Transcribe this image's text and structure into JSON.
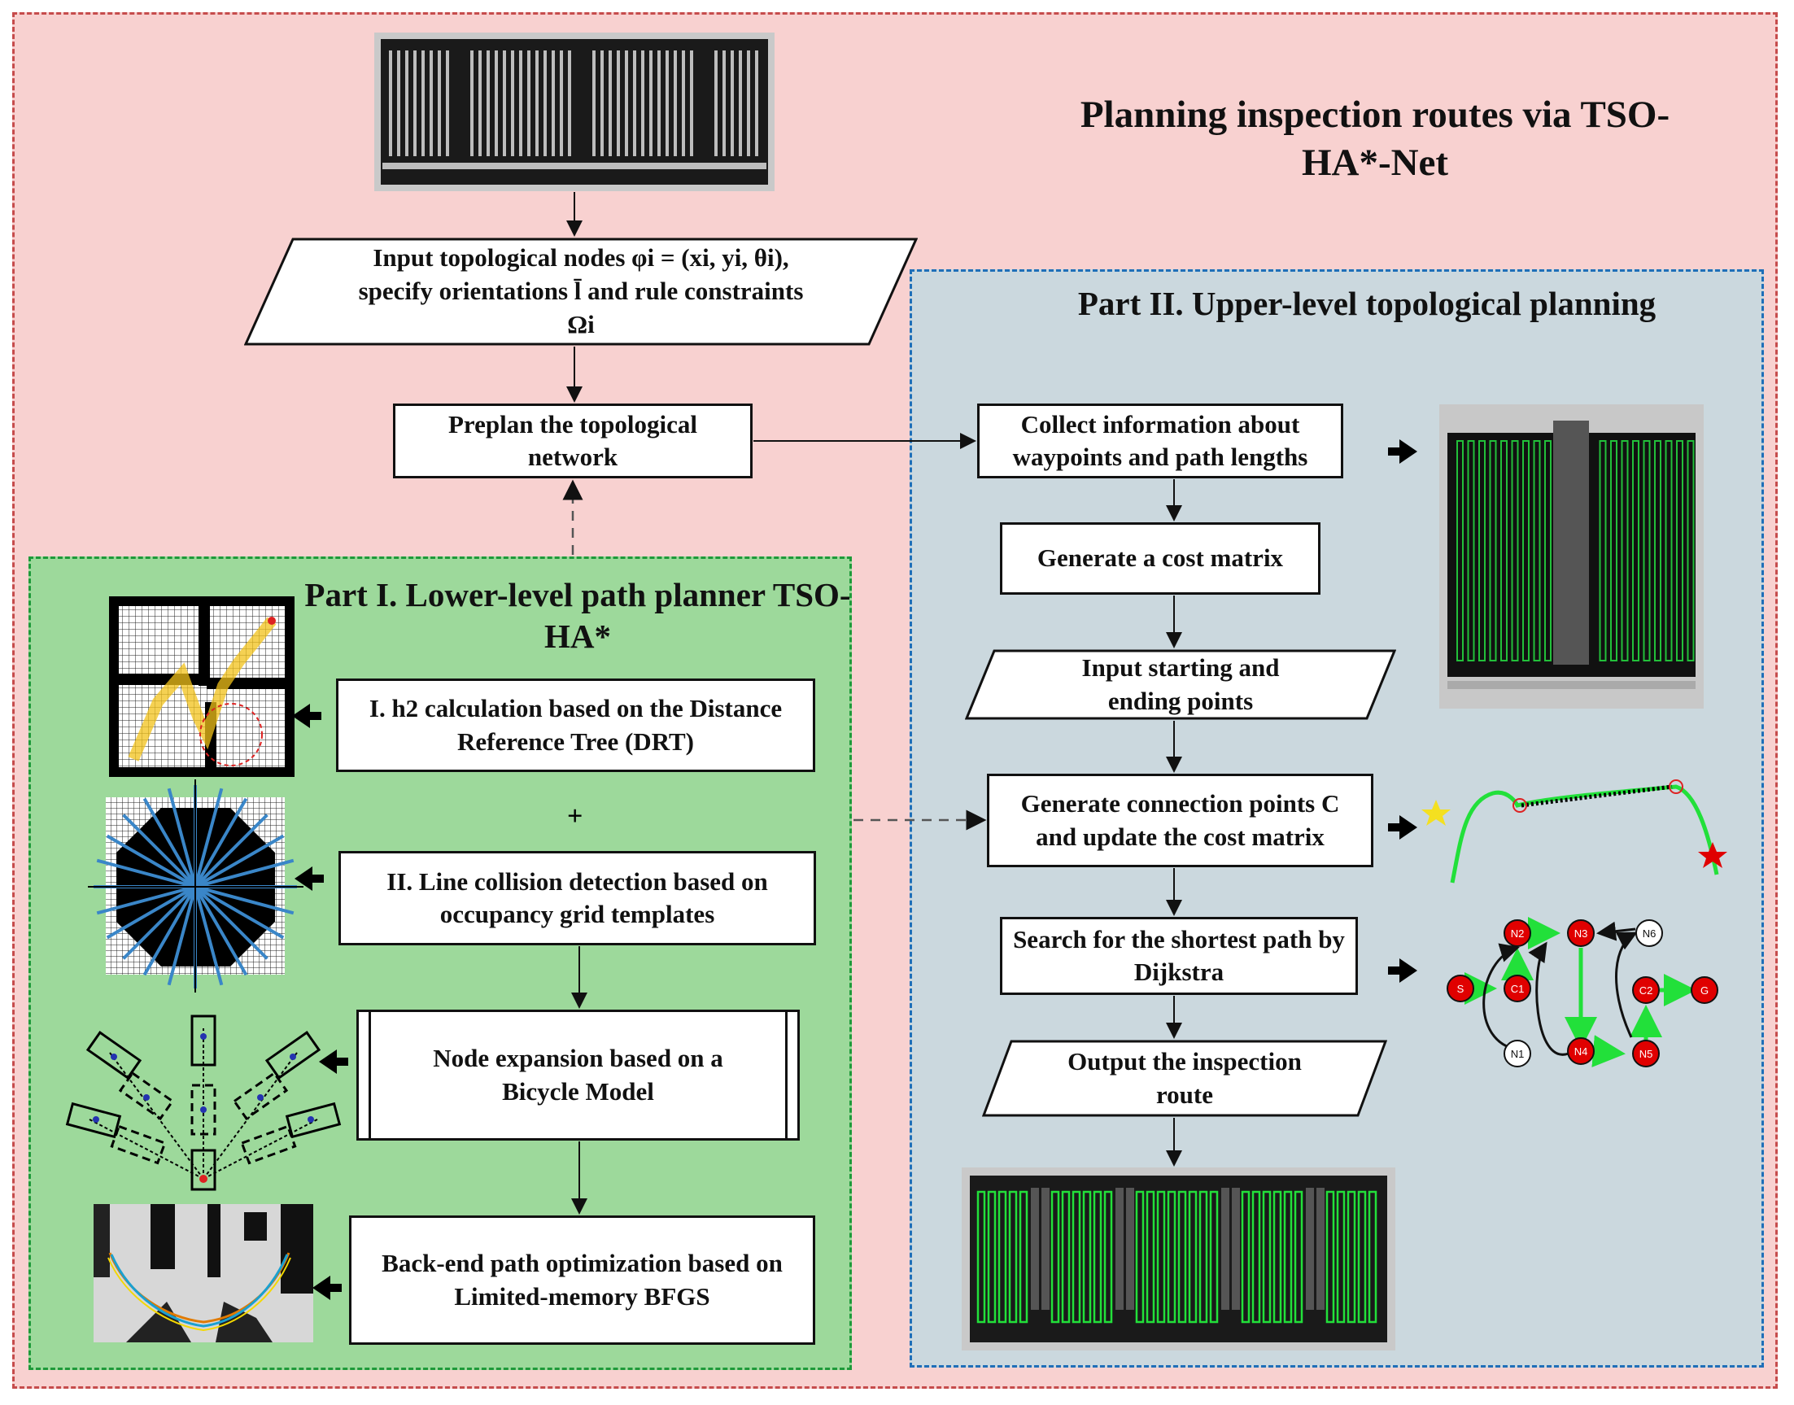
{
  "title": "Planning inspection routes via TSO-HA*-Net",
  "left_flow": {
    "input_nodes": "Input topological nodes φi = (xi, yi, θi), specify orientations l̄ and rule constraints Ωi",
    "preplan": "Preplan the topological network"
  },
  "part1": {
    "title": "Part I. Lower-level path planner TSO-HA*",
    "h2_calc": "I. h2 calculation based on the Distance Reference Tree (DRT)",
    "plus": "+",
    "line_collision": "II. Line collision detection based on occupancy grid templates",
    "node_expansion": "Node expansion based on a Bicycle Model",
    "backend": "Back-end path optimization based on Limited-memory BFGS"
  },
  "part2": {
    "title": "Part II. Upper-level topological planning",
    "collect": "Collect information about waypoints and path lengths",
    "cost_matrix": "Generate a cost matrix",
    "input_points": "Input starting and ending points",
    "connection": "Generate connection points C and update the cost matrix",
    "search": "Search for the shortest path by Dijkstra",
    "output": "Output the inspection route"
  },
  "graph_nodes": {
    "s": "S",
    "c1": "C1",
    "n2": "N2",
    "n3": "N3",
    "n6": "N6",
    "n1": "N1",
    "n4": "N4",
    "n5": "N5",
    "c2": "C2",
    "g": "G"
  },
  "colors": {
    "outer_bg": "#f8d1d0",
    "part1_bg": "#9dd99b",
    "part2_bg": "#cbd8de",
    "route_green": "#22e03a",
    "node_red": "#e00000"
  }
}
